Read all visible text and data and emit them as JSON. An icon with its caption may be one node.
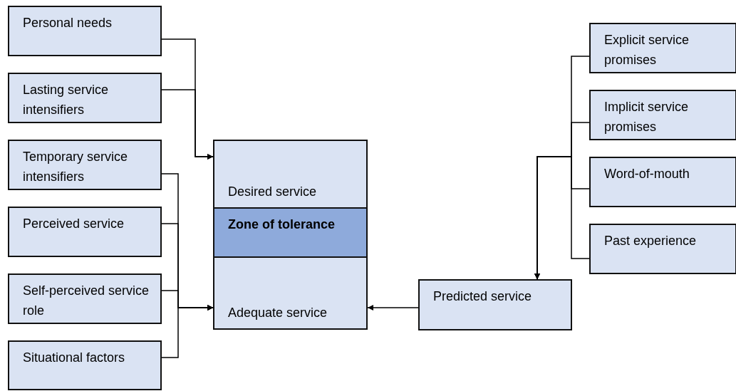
{
  "diagram": {
    "nodes": [
      {
        "text": [
          "Personal needs"
        ]
      },
      {
        "text": [
          "Lasting service intensifiers"
        ]
      },
      {
        "text": [
          "Temporary service intensifiers"
        ]
      },
      {
        "text": [
          "Perceived service"
        ]
      },
      {
        "text": [
          "Self-perceived service role"
        ]
      },
      {
        "text": [
          "Situational factors"
        ]
      },
      {
        "text": [
          "Desired service"
        ]
      },
      {
        "text": [
          "Zone of tolerance"
        ]
      },
      {
        "text": [
          "Adequate service"
        ]
      },
      {
        "text": [
          "Predicted service"
        ]
      },
      {
        "text": [
          "Explicit service promises"
        ]
      },
      {
        "text": [
          "Implicit service promises"
        ]
      },
      {
        "text": [
          "Word-of-mouth"
        ]
      },
      {
        "text": [
          "Past experience"
        ]
      }
    ],
    "edges": [
      {
        "from": 0,
        "to": 6,
        "arrow": "to"
      },
      {
        "from": 1,
        "to": 6,
        "arrow": "to"
      },
      {
        "from": 2,
        "to": 8,
        "arrow": "to"
      },
      {
        "from": 3,
        "to": 8,
        "arrow": "to"
      },
      {
        "from": 4,
        "to": 8,
        "arrow": "to"
      },
      {
        "from": 5,
        "to": 8,
        "arrow": "to"
      },
      {
        "from": 9,
        "to": 8,
        "arrow": "to"
      },
      {
        "from": 10,
        "to": 9,
        "arrow": "to"
      },
      {
        "from": 11,
        "to": 9,
        "arrow": "to"
      },
      {
        "from": 12,
        "to": 9,
        "arrow": "to"
      },
      {
        "from": 13,
        "to": 9,
        "arrow": "to"
      }
    ]
  }
}
